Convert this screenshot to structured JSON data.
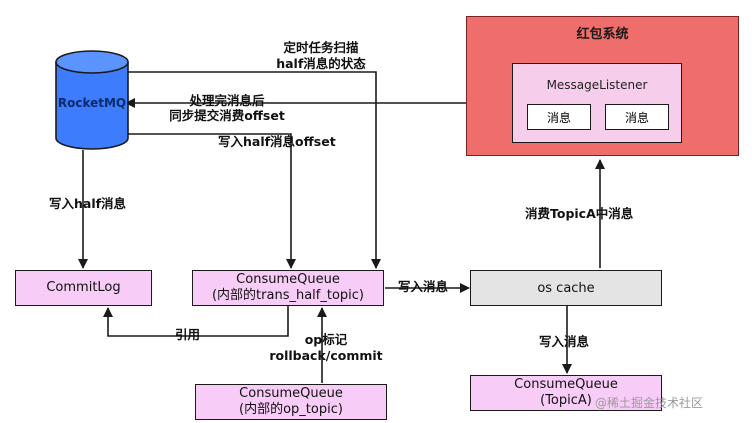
{
  "nodes": {
    "rocketmq": "RocketMQ",
    "red_system": "红包系统",
    "message_listener": "MessageListener",
    "message_a": "消息",
    "message_b": "消息",
    "commitlog": "CommitLog",
    "cq_half_line1": "ConsumeQueue",
    "cq_half_line2": "(内部的trans_half_topic)",
    "cq_op_line1": "ConsumeQueue",
    "cq_op_line2": "(内部的op_topic)",
    "os_cache": "os cache",
    "cq_topica_line1": "ConsumeQueue",
    "cq_topica_line2": "(TopicA)"
  },
  "edges": {
    "scan_line1": "定时任务扫描",
    "scan_line2": "half消息的状态",
    "commit_line1": "处理完消息后",
    "commit_line2": "同步提交消费offset",
    "write_half_offset": "写入half消息offset",
    "write_half_msg": "写入half消息",
    "write_msg": "写入消息",
    "consume_topica": "消费TopicA中消息",
    "reference": "引用",
    "op_mark_line1": "op标记",
    "op_mark_line2": "rollback/commit",
    "write_msg_2": "写入消息"
  },
  "watermark": "@稀土掘金技术社区",
  "colors": {
    "database": "#3d7dfd",
    "red_system": "#ef6d6a",
    "pink_box": "#f7cdf7",
    "grey_box": "#e4e4e4"
  }
}
